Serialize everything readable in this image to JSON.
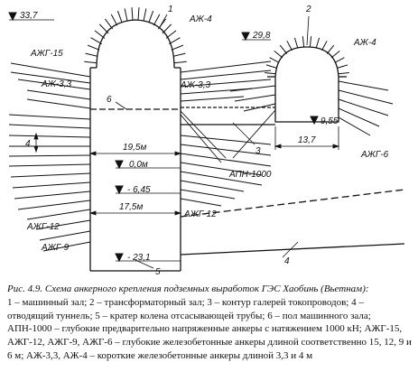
{
  "figure": {
    "labels": {
      "n1": "1",
      "n2": "2",
      "n3": "3",
      "n4": "4",
      "n5": "5",
      "n6": "6",
      "elev_33_7": "33,7",
      "elev_29_8": "29,8",
      "elev_9_55": "9,55",
      "elev_0_0": "0,0м",
      "elev_m6_45": "- 6,45",
      "elev_m23_1": "- 23,1",
      "dim_19_5": "19,5м",
      "dim_17_5": "17,5м",
      "dim_13_7": "13,7",
      "azh4_a": "АЖ-4",
      "azh4_b": "АЖ-4",
      "azhg15": "АЖГ-15",
      "azh33_l": "АЖ-3,3",
      "azh33_r": "АЖ-3,3",
      "azhg12_l": "АЖГ-12",
      "azhg12_r": "АЖГ-12",
      "azhg9": "АЖГ-9",
      "azhg6": "АЖГ-6",
      "apn": "АПН-1000",
      "spacing": "4"
    }
  },
  "caption": {
    "title": "Рис. 4.9. Схема анкерного крепления подземных выработок ГЭС Хаобинь (Вьетнам):",
    "body": "1 – машинный зал; 2 – трансформаторный зал; 3 – контур галерей токопроводов; 4 – отводящий туннель; 5 – кратер колена отсасывающей трубы; 6 – пол машинного зала; АПН-1000 – глубокие предварительно напряженные анкеры с натяжением 1000 кН; АЖГ-15, АЖГ-12, АЖГ-9, АЖГ-6 – глубокие железобетонные анкеры длиной соответственно 15, 12, 9 и 6 м; АЖ-3,3, АЖ-4 – короткие железобетонные анкеры длиной 3,3 и 4 м"
  }
}
